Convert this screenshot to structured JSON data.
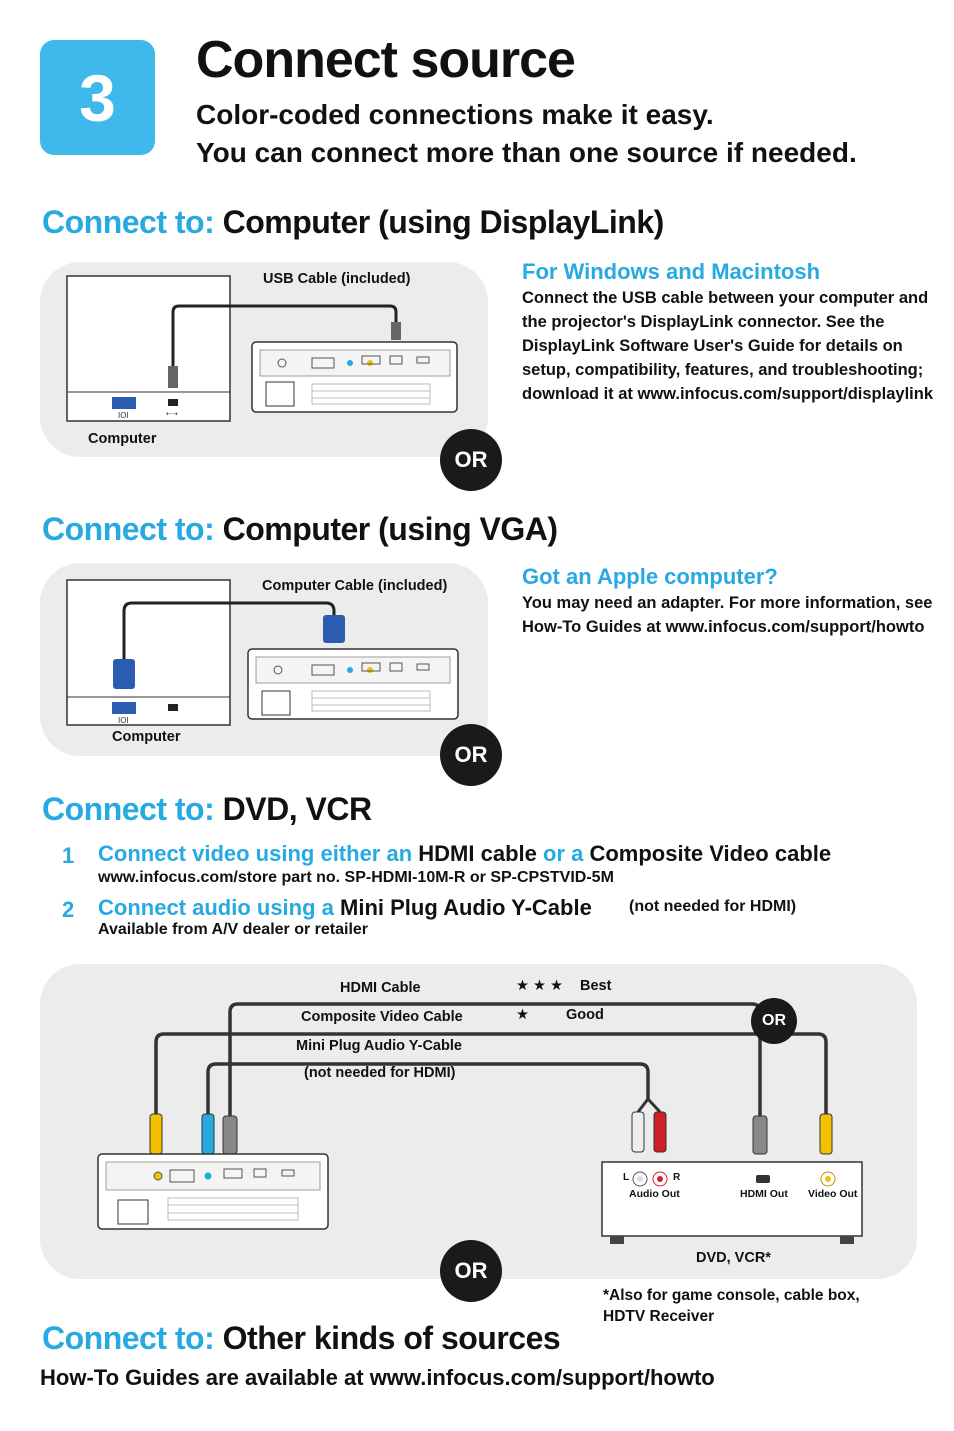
{
  "header": {
    "step_number": "3",
    "title": "Connect source",
    "subtitle_line1": "Color-coded connections make it easy.",
    "subtitle_line2": "You can connect more than one source if needed."
  },
  "connect_label": "Connect to:",
  "or_label": "OR",
  "displaylink": {
    "heading": "Computer (using DisplayLink)",
    "cable_label": "USB Cable (included)",
    "computer_label": "Computer",
    "side_heading": "For Windows and Macintosh",
    "side_text": "Connect the USB cable between your computer and the projector's DisplayLink connector. See the DisplayLink Software User's Guide for details on setup, compatibility, features, and troubleshooting; download it at www.infocus.com/support/displaylink"
  },
  "vga": {
    "heading": "Computer (using VGA)",
    "cable_label": "Computer Cable (included)",
    "computer_label": "Computer",
    "side_heading": "Got an Apple computer?",
    "side_text": "You may need an adapter. For more information, see How-To Guides at www.infocus.com/support/howto"
  },
  "dvd": {
    "heading": "DVD, VCR",
    "step1_num": "1",
    "step1_a": "Connect video using either an ",
    "step1_b": "HDMI cable",
    "step1_c": " or a ",
    "step1_d": "Composite Video cable",
    "step1_sub": "www.infocus.com/store part no. SP-HDMI-10M-R or SP-CPSTVID-5M",
    "step2_num": "2",
    "step2_a": "Connect audio using a ",
    "step2_b": "Mini Plug Audio Y-Cable",
    "step2_c": "(not needed for HDMI)",
    "step2_sub": "Available from A/V dealer or retailer",
    "hdmi_cable": "HDMI Cable",
    "composite_cable": "Composite Video Cable",
    "audio_cable": "Mini Plug Audio Y-Cable",
    "audio_note": "(not needed for HDMI)",
    "best_stars": "★ ★ ★",
    "best_label": "Best",
    "good_stars": "★",
    "good_label": "Good",
    "port_l": "L",
    "port_r": "R",
    "audio_out": "Audio Out",
    "hdmi_out": "HDMI Out",
    "video_out": "Video Out",
    "device_label": "DVD, VCR*",
    "footnote": "*Also for game console, cable box, HDTV Receiver"
  },
  "other": {
    "heading": "Other kinds of sources",
    "text": "How-To Guides are available at www.infocus.com/support/howto"
  },
  "colors": {
    "accent": "#27a9e1",
    "step_box": "#3fb8ec",
    "panel": "#ececec",
    "composite_yellow": "#f2c200",
    "audio_red": "#d0202a",
    "vga_blue": "#2a5db0"
  }
}
